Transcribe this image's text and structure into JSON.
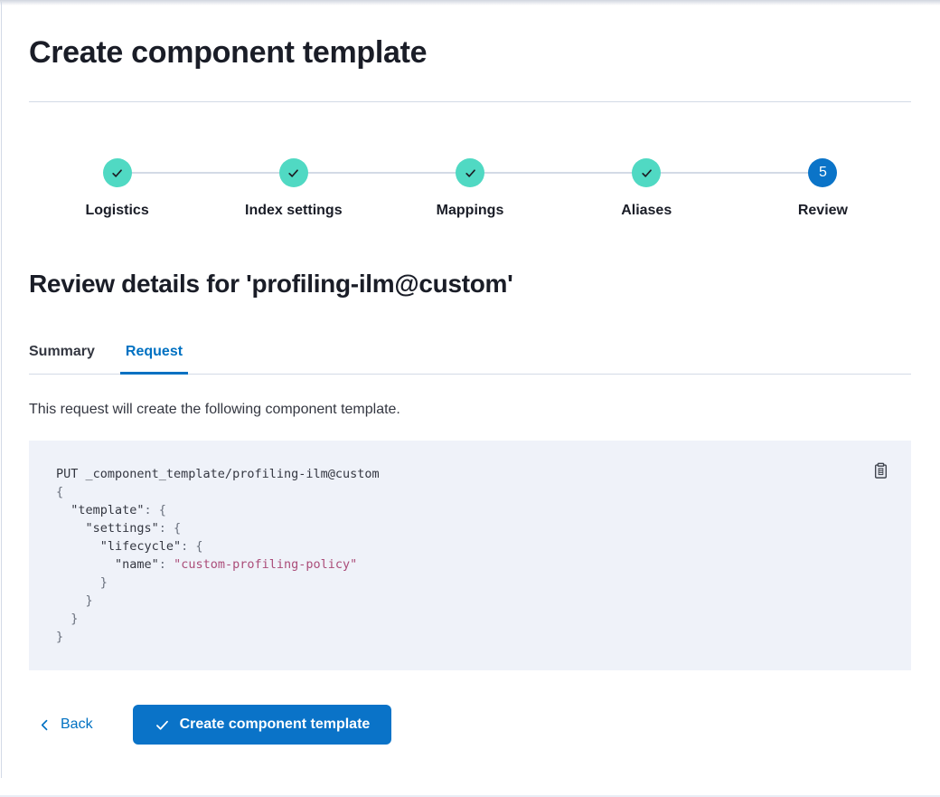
{
  "page": {
    "title": "Create component template"
  },
  "stepper": {
    "steps": [
      {
        "label": "Logistics",
        "status": "complete"
      },
      {
        "label": "Index settings",
        "status": "complete"
      },
      {
        "label": "Mappings",
        "status": "complete"
      },
      {
        "label": "Aliases",
        "status": "complete"
      },
      {
        "label": "Review",
        "status": "current",
        "number": "5"
      }
    ]
  },
  "review": {
    "heading": "Review details for 'profiling-ilm@custom'",
    "tabs": [
      {
        "label": "Summary",
        "selected": false
      },
      {
        "label": "Request",
        "selected": true
      }
    ],
    "description": "This request will create the following component template."
  },
  "code": {
    "copy_icon": "clipboard",
    "lines": [
      [
        [
          "t",
          "PUT _component_template/profiling-ilm@custom"
        ]
      ],
      [
        [
          "p",
          "{"
        ]
      ],
      [
        [
          "t",
          "  \"template\""
        ],
        [
          "p",
          ": {"
        ]
      ],
      [
        [
          "t",
          "    \"settings\""
        ],
        [
          "p",
          ": {"
        ]
      ],
      [
        [
          "t",
          "      \"lifecycle\""
        ],
        [
          "p",
          ": {"
        ]
      ],
      [
        [
          "t",
          "        \"name\""
        ],
        [
          "p",
          ": "
        ],
        [
          "s",
          "\"custom-profiling-policy\""
        ]
      ],
      [
        [
          "p",
          "      }"
        ]
      ],
      [
        [
          "p",
          "    }"
        ]
      ],
      [
        [
          "p",
          "  }"
        ]
      ],
      [
        [
          "p",
          "}"
        ]
      ]
    ]
  },
  "footer": {
    "back_label": "Back",
    "create_label": "Create component template"
  },
  "colors": {
    "step_complete_teal": "#50d9c3",
    "step_current_blue": "#0b74c8",
    "tab_link_blue": "#0071c2",
    "button_blue": "#0a73c8",
    "code_background": "#eff2f9",
    "code_punctuation": "#69707d",
    "code_string_pink": "#ab4d79",
    "divider": "#d3dae6"
  }
}
